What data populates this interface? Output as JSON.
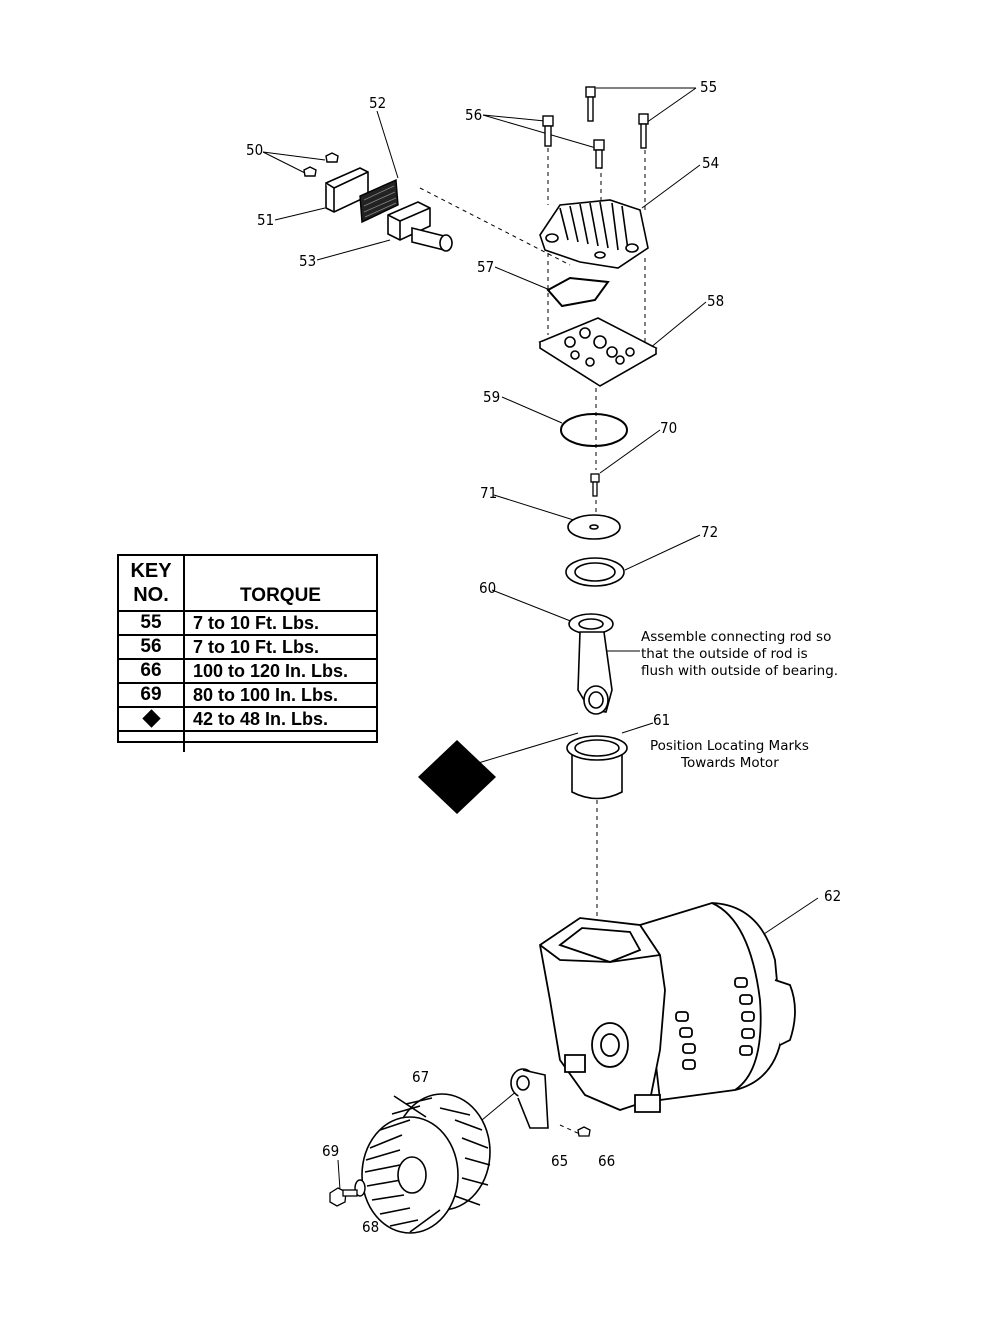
{
  "callouts": {
    "c50": "50",
    "c51": "51",
    "c52": "52",
    "c53": "53",
    "c54": "54",
    "c55": "55",
    "c56": "56",
    "c57": "57",
    "c58": "58",
    "c59": "59",
    "c60": "60",
    "c61": "61",
    "c62": "62",
    "c65": "65",
    "c66": "66",
    "c67": "67",
    "c68": "68",
    "c69": "69",
    "c70": "70",
    "c71": "71",
    "c72": "72"
  },
  "notes": {
    "connecting_rod": [
      "Assemble connecting rod so",
      "that the outside of rod is",
      "flush with outside of bearing."
    ],
    "locating_marks": [
      "Position Locating Marks",
      "Towards Motor"
    ]
  },
  "torque_table": {
    "header_key": [
      "KEY",
      "NO."
    ],
    "header_torque": "TORQUE",
    "rows": [
      {
        "key": "55",
        "torque": "7 to 10 Ft. Lbs."
      },
      {
        "key": "56",
        "torque": "7 to 10 Ft. Lbs."
      },
      {
        "key": "66",
        "torque": "100 to 120 In. Lbs."
      },
      {
        "key": "69",
        "torque": "80 to 100 In. Lbs."
      },
      {
        "key": "diamond-symbol",
        "torque": "42 to 48 In. Lbs."
      }
    ]
  }
}
